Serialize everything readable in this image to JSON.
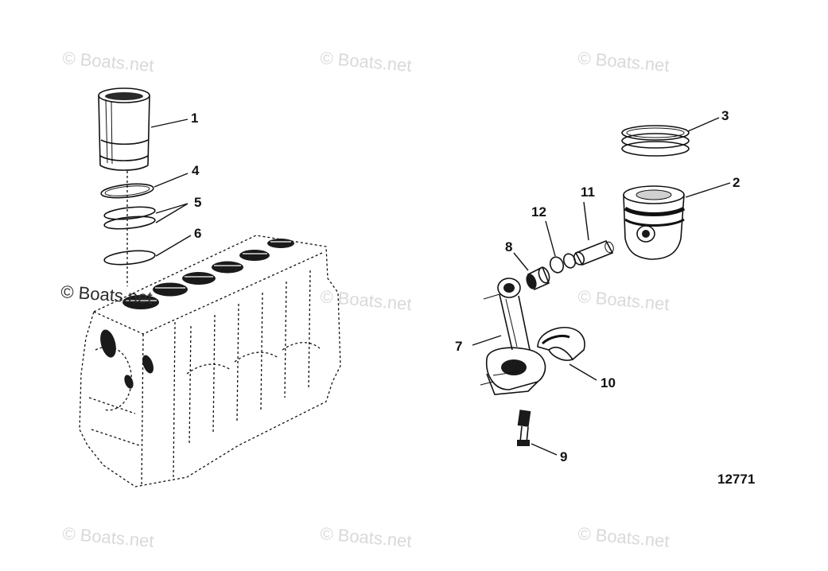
{
  "diagram": {
    "callouts": [
      "1",
      "2",
      "3",
      "4",
      "5",
      "6",
      "7",
      "8",
      "9",
      "10",
      "11",
      "12"
    ],
    "reference_number": "12771",
    "watermark": "© Boats.net"
  }
}
